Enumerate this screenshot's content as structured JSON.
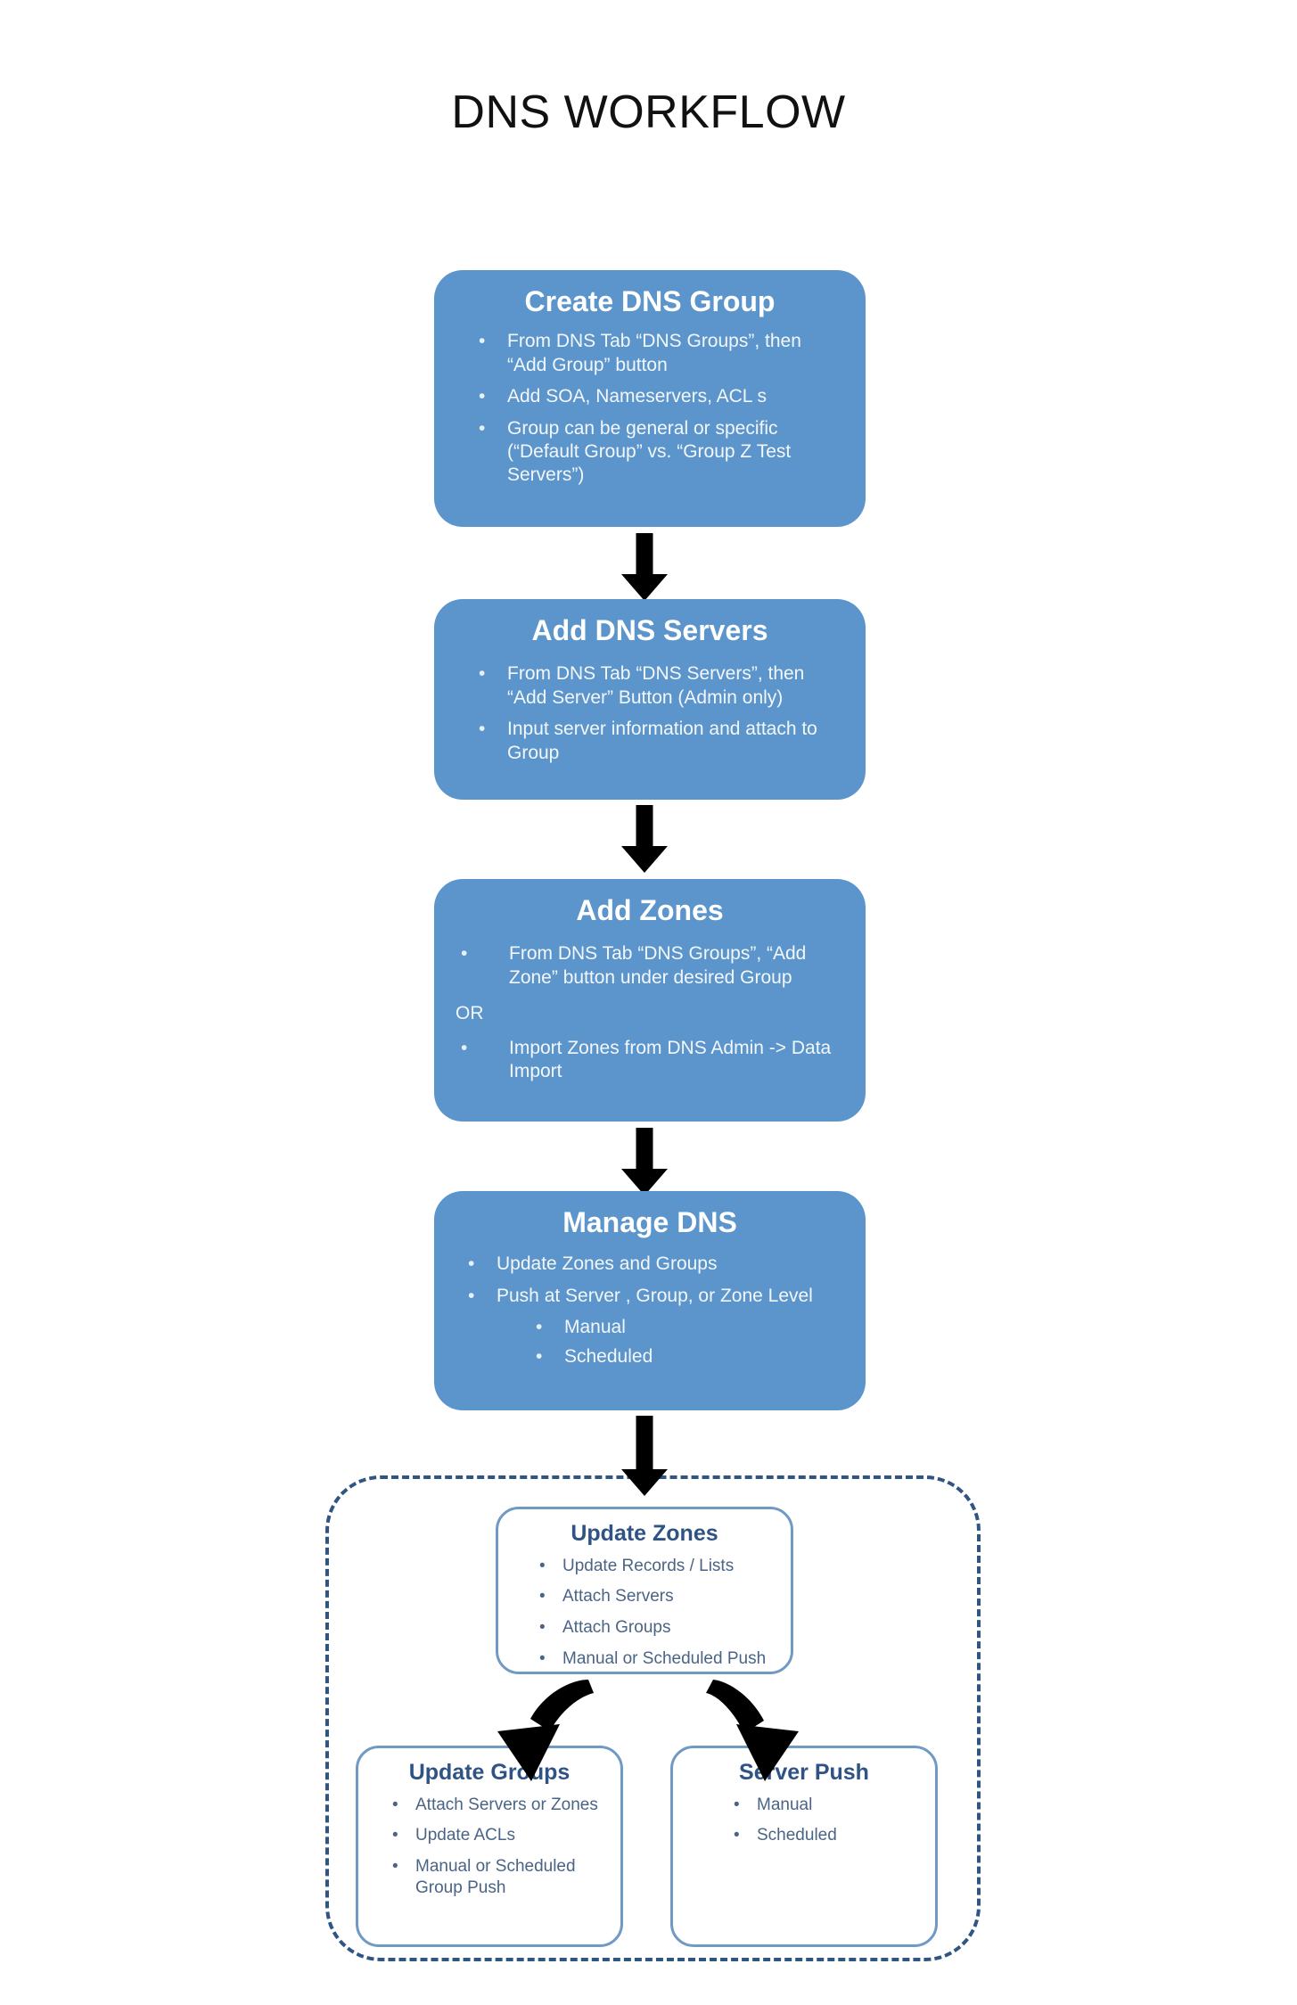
{
  "title": "DNS WORKFLOW",
  "flow": {
    "steps": [
      {
        "id": "create-dns-group",
        "heading": "Create DNS Group",
        "bullets": [
          "From DNS Tab “DNS Groups”, then “Add Group” button",
          "Add SOA, Nameservers, ACL s",
          "Group can be general or specific (“Default Group” vs. “Group Z Test Servers”)"
        ]
      },
      {
        "id": "add-dns-servers",
        "heading": "Add DNS Servers",
        "bullets": [
          "From DNS Tab “DNS Servers”, then “Add Server” Button (Admin only)",
          "Input server information and attach to Group"
        ]
      },
      {
        "id": "add-zones",
        "heading": "Add  Zones",
        "bullets": [
          "From DNS Tab “DNS Groups”, “Add Zone” button under desired Group"
        ],
        "separator": "OR",
        "bullets_after": [
          "Import Zones from DNS Admin -> Data Import"
        ]
      },
      {
        "id": "manage-dns",
        "heading": "Manage DNS",
        "bullets": [
          "Update Zones and Groups",
          "Push at Server , Group, or Zone Level"
        ],
        "sub_bullets": [
          "Manual",
          "Scheduled"
        ]
      }
    ]
  },
  "detail_group": {
    "update_zones": {
      "heading": "Update Zones",
      "bullets": [
        "Update Records / Lists",
        "Attach Servers",
        "Attach Groups",
        "Manual or Scheduled Push"
      ]
    },
    "update_groups": {
      "heading": "Update Groups",
      "bullets": [
        "Attach Servers or Zones",
        "Update ACLs",
        "Manual or Scheduled Group Push"
      ]
    },
    "server_push": {
      "heading": "Server Push",
      "bullets": [
        "Manual",
        "Scheduled"
      ]
    }
  },
  "bullet_glyph": "•",
  "colors": {
    "box_fill": "#5b95cb",
    "box_text": "#ffffff",
    "outline_box_border": "#7099c4",
    "outline_heading": "#2e5384",
    "outline_body": "#4a6485",
    "dashed_border": "#2f5583",
    "arrow": "#000000",
    "title_text": "#111111",
    "page_background": "#ffffff"
  }
}
